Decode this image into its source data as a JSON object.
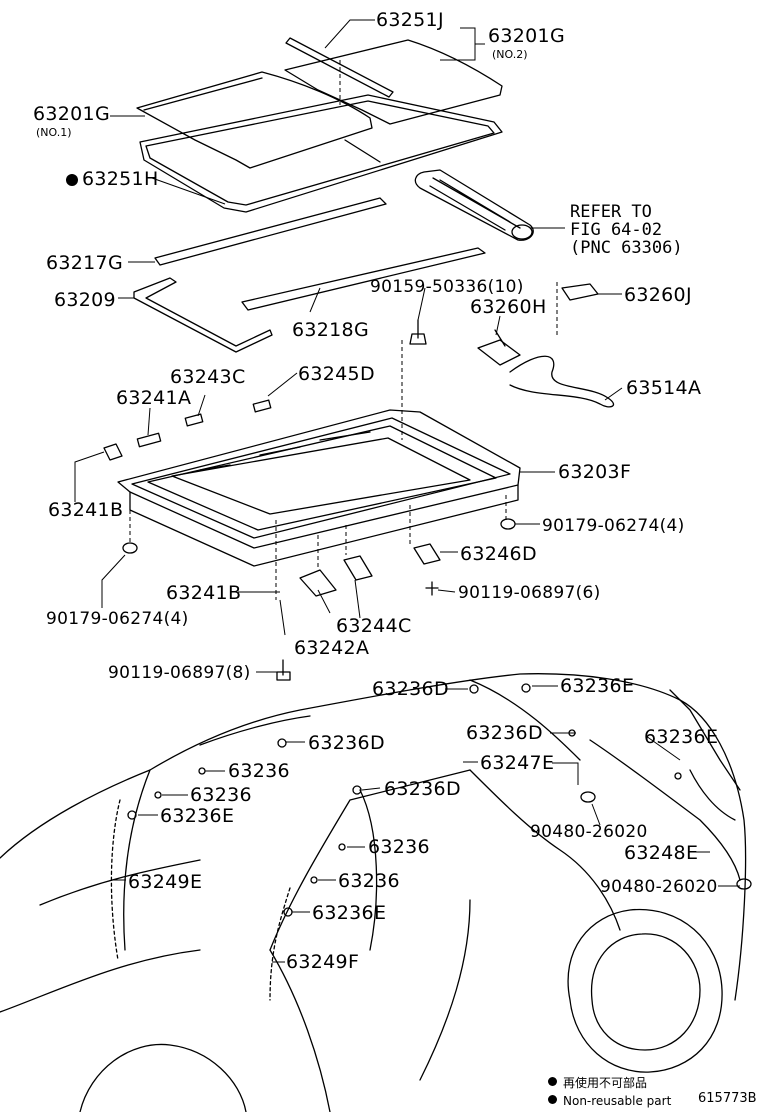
{
  "parts": {
    "p63251J": "63251J",
    "p63201G_top": "63201G",
    "p63201G_top_sub": "(NO.2)",
    "p63201G_left": "63201G",
    "p63201G_left_sub": "(NO.1)",
    "p63251H": "63251H",
    "refer": [
      "REFER TO",
      "FIG 64-02",
      "(PNC 63306)"
    ],
    "p63217G": "63217G",
    "p63209": "63209",
    "p63218G": "63218G",
    "p90159": "90159-50336(10)",
    "p63260H": "63260H",
    "p63260J": "63260J",
    "p63514A": "63514A",
    "p63243C": "63243C",
    "p63245D": "63245D",
    "p63241A": "63241A",
    "p63203F": "63203F",
    "p63241B_left": "63241B",
    "p90179_right": "90179-06274(4)",
    "p63246D": "63246D",
    "p90119_right": "90119-06897(6)",
    "p63241B_mid": "63241B",
    "p63244C": "63244C",
    "p90179_left": "90179-06274(4)",
    "p63242A": "63242A",
    "p90119_left": "90119-06897(8)",
    "p63236D_a": "63236D",
    "p63236E_a": "63236E",
    "p63236D_b": "63236D",
    "p63236D_c": "63236D",
    "p63236E_b": "63236E",
    "p63236_a": "63236",
    "p63247E": "63247E",
    "p63236_b": "63236",
    "p63236D_d": "63236D",
    "p63236E_c": "63236E",
    "p90480_a": "90480-26020",
    "p63236_c": "63236",
    "p63248E": "63248E",
    "p63249E": "63249E",
    "p63236_d": "63236",
    "p90480_b": "90480-26020",
    "p63236E_d": "63236E",
    "p63249F": "63249F"
  },
  "legend": {
    "line1": "再使用不可部品",
    "line2": "Non-reusable part"
  },
  "figure_id": "615773B"
}
